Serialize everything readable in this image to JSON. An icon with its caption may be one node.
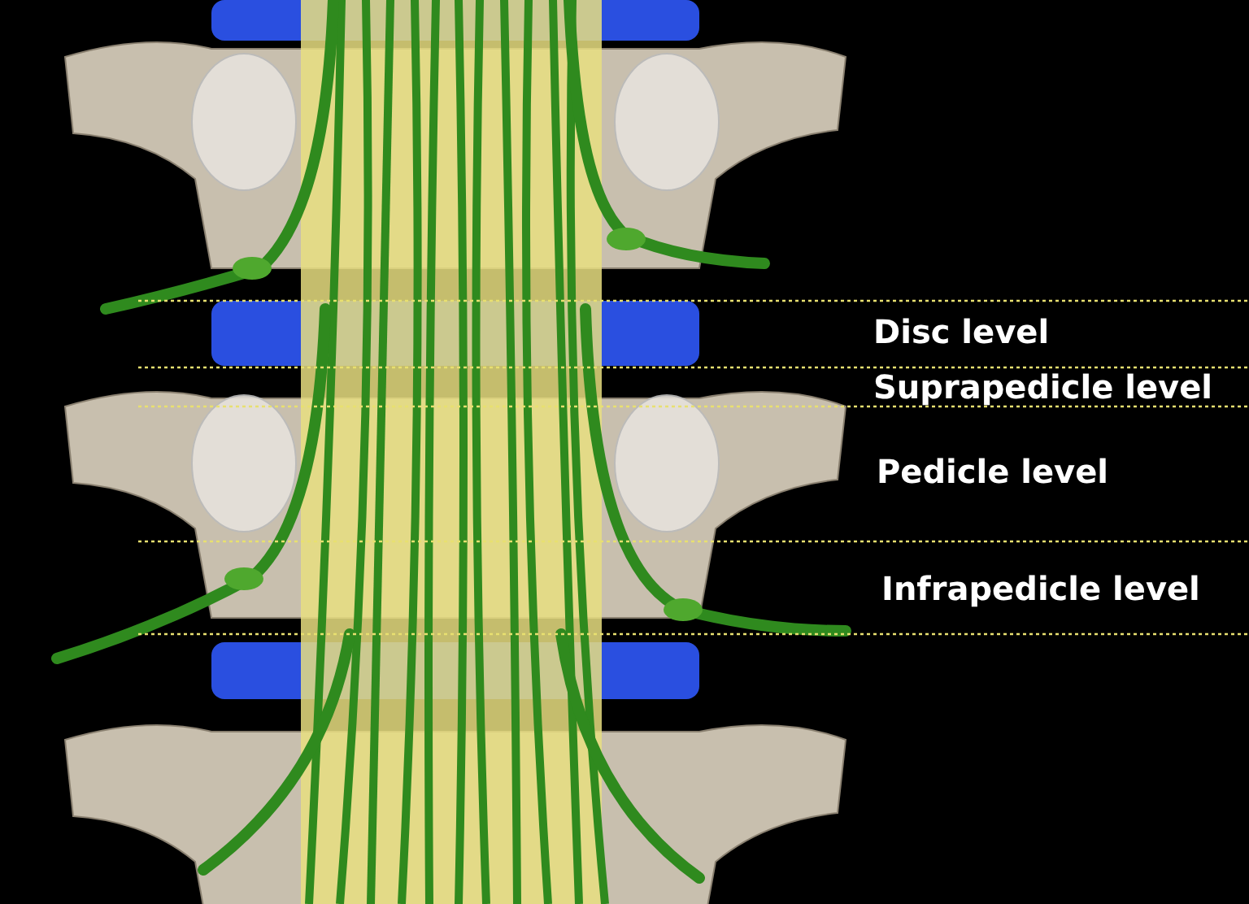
{
  "diagram": {
    "labels": [
      "Disc level",
      "Suprapedicle level",
      "Pedicle level",
      "Infrapedicle level"
    ]
  }
}
